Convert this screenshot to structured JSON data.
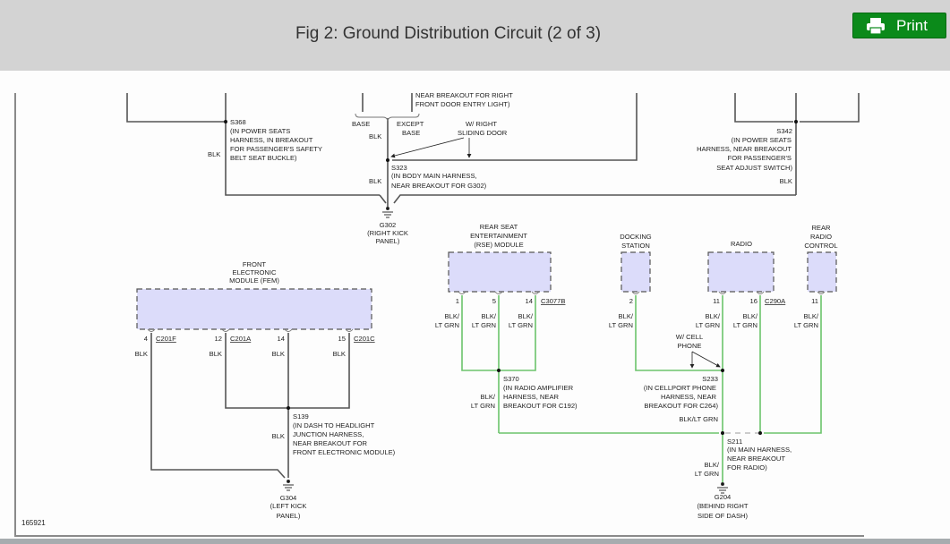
{
  "header": {
    "title": "Fig 2: Ground Distribution Circuit (2 of 3)",
    "print_label": "Print",
    "print_icon": "printer-icon"
  },
  "colors": {
    "header_bg": "#d3d3d3",
    "print_button": "#0b8a1a",
    "wire_black": "#555555",
    "wire_blk_ltgrn": "#6cc46c",
    "module_fill": "#dcdcfa"
  },
  "figure_id": "165921",
  "diagram": {
    "top_labels": {
      "entry_light_note": [
        "NEAR BREAKOUT FOR RIGHT",
        "FRONT DOOR ENTRY LIGHT)"
      ],
      "base": "BASE",
      "except_base": [
        "EXCEPT",
        "BASE"
      ],
      "w_right_sliding_door": [
        "W/ RIGHT",
        "SLIDING DOOR"
      ]
    },
    "splices": {
      "s368": {
        "id": "S368",
        "desc": [
          "(IN POWER SEATS",
          "HARNESS, IN BREAKOUT",
          "FOR PASSENGER'S SAFETY",
          "BELT SEAT BUCKLE)"
        ],
        "wire": "BLK"
      },
      "s323": {
        "id": "S323",
        "desc": [
          "(IN BODY MAIN HARNESS,",
          "NEAR BREAKOUT FOR G302)"
        ],
        "wire": "BLK",
        "wire_above": "BLK"
      },
      "s342": {
        "id": "S342",
        "desc": [
          "(IN POWER SEATS",
          "HARNESS, NEAR BREAKOUT",
          "FOR PASSENGER'S",
          "SEAT ADJUST SWITCH)"
        ],
        "wire": "BLK"
      },
      "s139": {
        "id": "S139",
        "desc": [
          "(IN DASH TO HEADLIGHT",
          "JUNCTION HARNESS,",
          "NEAR BREAKOUT FOR",
          "FRONT ELECTRONIC MODULE)"
        ],
        "wire": "BLK"
      },
      "s370": {
        "id": "S370",
        "desc": [
          "(IN RADIO AMPLIFIER",
          "HARNESS, NEAR",
          "BREAKOUT FOR C192)"
        ],
        "wire": [
          "BLK/",
          "LT GRN"
        ]
      },
      "s233": {
        "id": "S233",
        "desc": [
          "(IN CELLPORT PHONE",
          "HARNESS, NEAR",
          "BREAKOUT FOR C264)"
        ],
        "wire": "BLK/LT GRN",
        "note": [
          "W/ CELL",
          "PHONE"
        ]
      },
      "s211": {
        "id": "S211",
        "desc": [
          "(IN MAIN HARNESS,",
          "NEAR BREAKOUT",
          "FOR RADIO)"
        ],
        "wire": [
          "BLK/",
          "LT GRN"
        ]
      }
    },
    "grounds": {
      "g302": {
        "id": "G302",
        "desc": [
          "(RIGHT KICK",
          "PANEL)"
        ]
      },
      "g304": {
        "id": "G304",
        "desc": [
          "(LEFT KICK",
          "PANEL)"
        ]
      },
      "g204": {
        "id": "G204",
        "desc": [
          "(BEHIND RIGHT",
          "SIDE OF DASH)"
        ]
      }
    },
    "modules": {
      "fem": {
        "name": [
          "FRONT",
          "ELECTRONIC",
          "MODULE (FEM)"
        ],
        "pins": [
          {
            "pin": "4",
            "connector": "C201F",
            "wire": "BLK"
          },
          {
            "pin": "12",
            "connector": "C201A",
            "wire": "BLK"
          },
          {
            "pin": "14",
            "connector": "",
            "wire": "BLK"
          },
          {
            "pin": "15",
            "connector": "C201C",
            "wire": "BLK"
          }
        ]
      },
      "rse": {
        "name": [
          "REAR SEAT",
          "ENTERTAINMENT",
          "(RSE) MODULE"
        ],
        "pins": [
          {
            "pin": "1",
            "wire": [
              "BLK/",
              "LT GRN"
            ]
          },
          {
            "pin": "5",
            "wire": [
              "BLK/",
              "LT GRN"
            ]
          },
          {
            "pin": "14",
            "connector": "C3077B",
            "wire": [
              "BLK/",
              "LT GRN"
            ]
          }
        ]
      },
      "docking": {
        "name": [
          "DOCKING",
          "STATION"
        ],
        "pins": [
          {
            "pin": "2",
            "wire": [
              "BLK/",
              "LT GRN"
            ]
          }
        ]
      },
      "radio": {
        "name": [
          "RADIO"
        ],
        "pins": [
          {
            "pin": "11",
            "wire": [
              "BLK/",
              "LT GRN"
            ]
          },
          {
            "pin": "16",
            "connector": "C290A",
            "wire": [
              "BLK/",
              "LT GRN"
            ]
          }
        ]
      },
      "rear_radio": {
        "name": [
          "REAR",
          "RADIO",
          "CONTROL"
        ],
        "pins": [
          {
            "pin": "11",
            "wire": [
              "BLK/",
              "LT GRN"
            ]
          }
        ]
      }
    }
  }
}
